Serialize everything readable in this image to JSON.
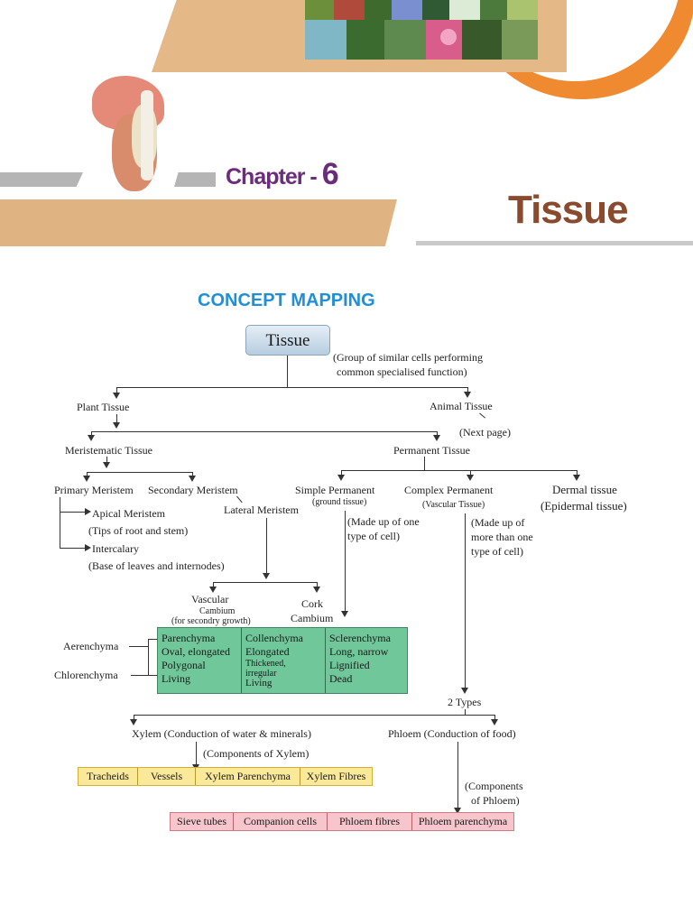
{
  "header": {
    "chapter_label": "Chapter - ",
    "chapter_number": "6",
    "title": "Tissue"
  },
  "concept_title": "CONCEPT MAPPING",
  "map": {
    "root": "Tissue",
    "root_note_1": "(Group of similar cells performing",
    "root_note_2": "common specialised function)",
    "plant": "Plant Tissue",
    "animal": "Animal Tissue",
    "next_page": "(Next page)",
    "meristematic": "Meristematic Tissue",
    "permanent": "Permanent Tissue",
    "primary": "Primary Meristem",
    "secondary": "Secondary Meristem",
    "lateral": "Lateral Meristem",
    "apical": "Apical Meristem",
    "apical_note": "(Tips of root and stem)",
    "intercalary": "Intercalary",
    "intercalary_note": "(Base of leaves and internodes)",
    "vascular_1": "Vascular",
    "vascular_2": "Cambium",
    "vascular_3": "(for secondry growth)",
    "cork_1": "Cork",
    "cork_2": "Cambium",
    "simple": "Simple Permanent",
    "simple_note": "(ground tissue)",
    "simple_made_1": "(Made up of one",
    "simple_made_2": "type of cell)",
    "complex": "Complex Permanent",
    "complex_note": "(Vascular Tissue)",
    "complex_made_1": "(Made up of",
    "complex_made_2": "more than one",
    "complex_made_3": "type of cell)",
    "dermal": "Dermal tissue",
    "dermal_note": "(Epidermal tissue)",
    "aerenchyma": "Aerenchyma",
    "chlorenchyma": "Chlorenchyma",
    "simple_table": [
      [
        "Parenchyma",
        "Oval, elongated",
        "Polygonal",
        "Living"
      ],
      [
        "Collenchyma",
        "Elongated",
        "Thickened,",
        "irregular",
        "Living"
      ],
      [
        "Sclerenchyma",
        "Long, narrow",
        "Lignified",
        "Dead"
      ]
    ],
    "two_types": "2 Types",
    "xylem": "Xylem (Conduction of water & minerals)",
    "phloem": "Phloem (Conduction of food)",
    "xylem_components": "(Components of Xylem)",
    "xylem_items": [
      "Tracheids",
      "Vessels",
      "Xylem Parenchyma",
      "Xylem Fibres"
    ],
    "phloem_components_1": "(Components",
    "phloem_components_2": "of Phloem)",
    "phloem_items": [
      "Sieve tubes",
      "Companion cells",
      "Phloem fibres",
      "Phloem parenchyma"
    ]
  },
  "colors": {
    "chapter_purple": "#6b2d7b",
    "title_brown": "#8a4a2e",
    "band_tan": "#e0b482",
    "band_orange": "#f08a30",
    "concept_blue": "#1f8fd6",
    "table_green": "#6fc79a",
    "xylem_yellow": "#fbe99a",
    "phloem_pink": "#f6c6cc"
  }
}
